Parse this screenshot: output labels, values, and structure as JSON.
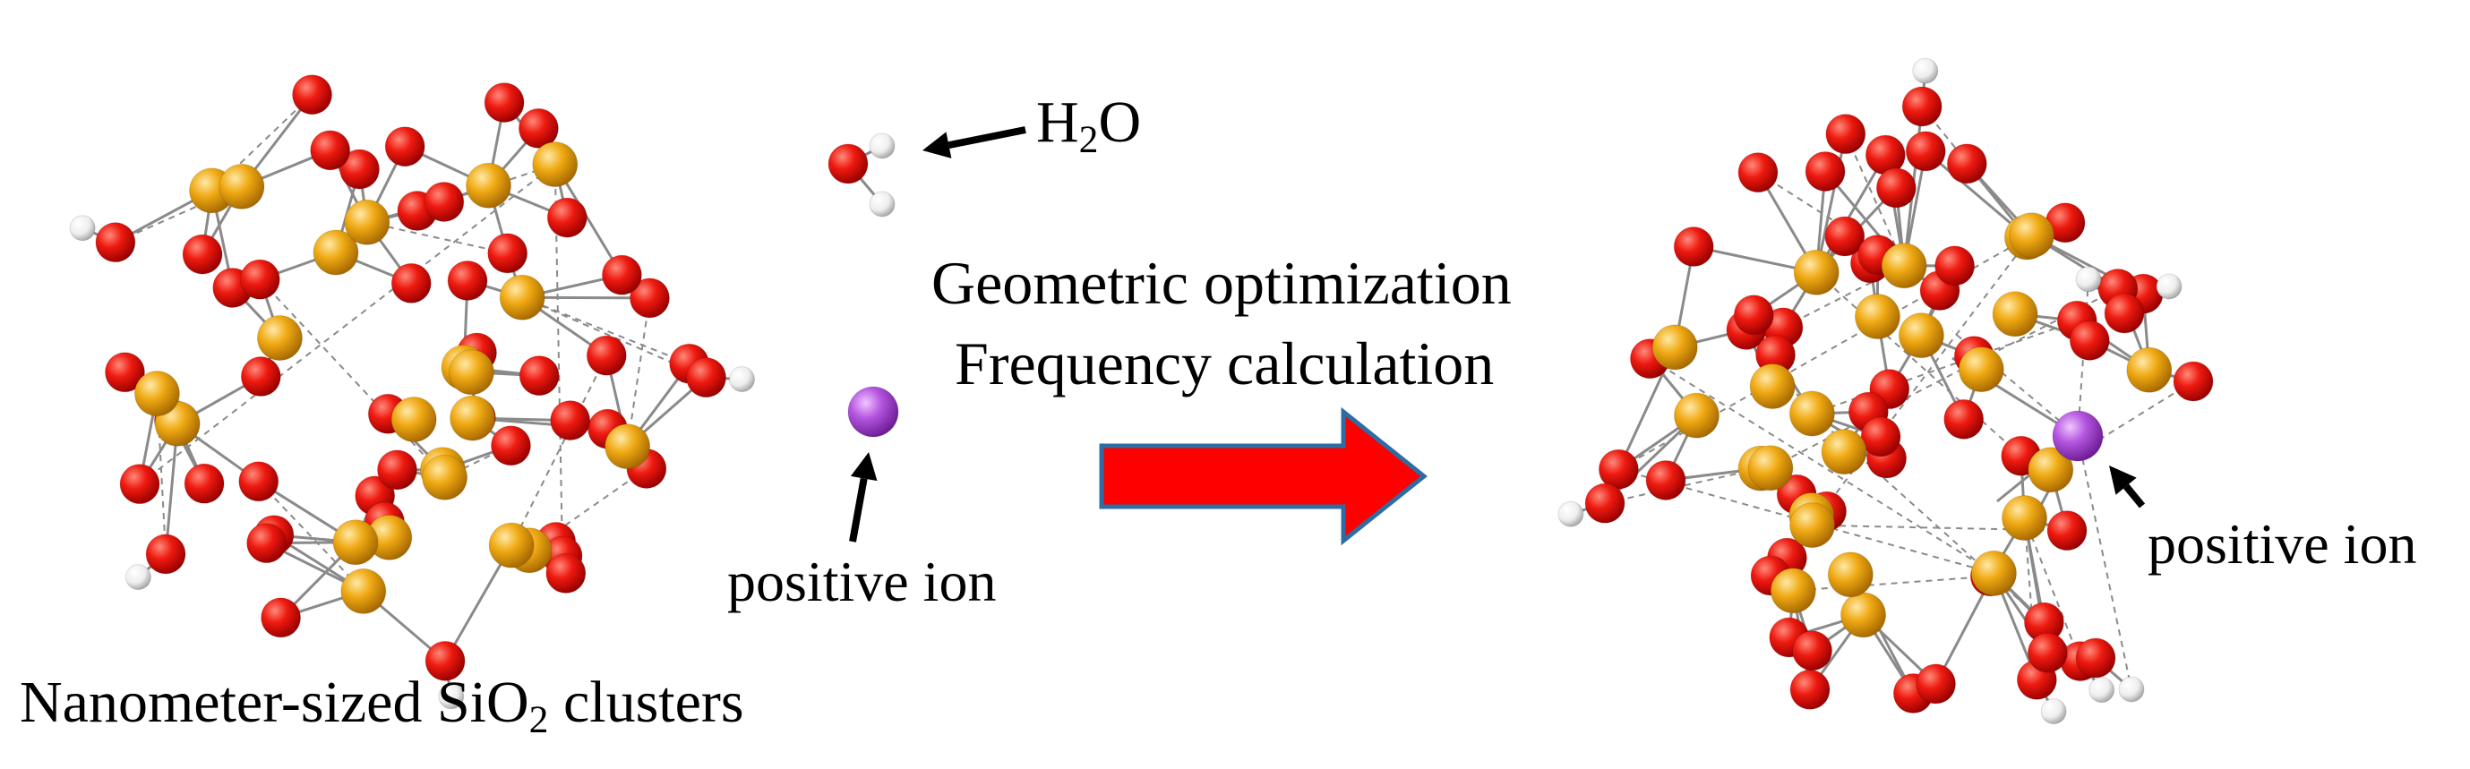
{
  "labels": {
    "cluster_prefix": "Nanometer-sized  SiO",
    "cluster_sub": "2",
    "cluster_suffix": " clusters",
    "water_prefix": "H",
    "water_sub": "2",
    "water_suffix": "O",
    "ion_left": "positive ion",
    "ion_right": "positive ion",
    "step_1": "Geometric optimization",
    "step_2": "Frequency calculation"
  },
  "colors": {
    "oxygen": "#e30000",
    "silicon": "#e8a20e",
    "hydrogen": "#f0f0f0",
    "ion": "#b04fd8",
    "bond": "#8a8a8a",
    "arrow_fill": "#ff0000",
    "arrow_outline": "#2e6da4"
  }
}
